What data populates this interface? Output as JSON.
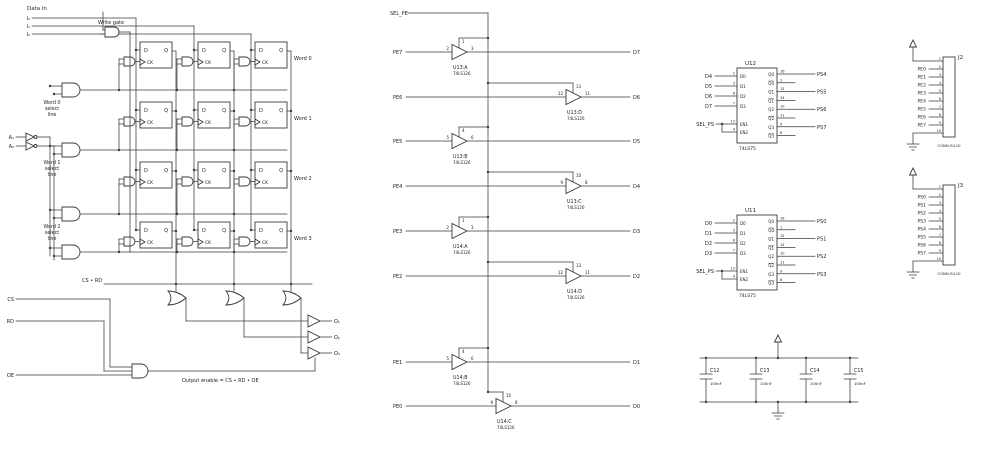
{
  "left": {
    "data_in": "Data in",
    "inputs": [
      "I₂",
      "I₁",
      "I₀"
    ],
    "write_gate": "Write gate",
    "word_selects": [
      [
        "Word 0",
        "select",
        "line"
      ],
      [
        "Word 1",
        "select",
        "line"
      ],
      [
        "Word 2",
        "select",
        "line"
      ]
    ],
    "words": [
      "Word 0",
      "Word 1",
      "Word 2",
      "Word 3"
    ],
    "addresses": [
      "A₁",
      "A₀"
    ],
    "cs_rd": "CS • RD",
    "cs": "CS",
    "rd": "RD",
    "oe": "OE",
    "output_enable": "Output enable = CS • RD • OE",
    "outputs": [
      "O₁",
      "O₂",
      "O₃"
    ],
    "ff": {
      "d": "D",
      "q": "Q",
      "ck": "CK"
    }
  },
  "mid": {
    "sel_pe": "SEL_PE",
    "buffers": [
      {
        "name": "U13:A",
        "part": "74LS126",
        "input": "PE7",
        "output": "D7",
        "in_pin": "2",
        "out_pin": "3",
        "en_pin": "1"
      },
      {
        "name": "U13:D",
        "part": "74LS126",
        "input": "PE6",
        "output": "D6",
        "in_pin": "12",
        "out_pin": "11",
        "en_pin": "13"
      },
      {
        "name": "U13:B",
        "part": "74LS126",
        "input": "PE5",
        "output": "D5",
        "in_pin": "5",
        "out_pin": "6",
        "en_pin": "4"
      },
      {
        "name": "U13:C",
        "part": "74LS126",
        "input": "PE4",
        "output": "D4",
        "in_pin": "9",
        "out_pin": "8",
        "en_pin": "10"
      },
      {
        "name": "U14:A",
        "part": "74LS126",
        "input": "PE3",
        "output": "D3",
        "in_pin": "2",
        "out_pin": "3",
        "en_pin": "1"
      },
      {
        "name": "U14:D",
        "part": "74LS126",
        "input": "PE2",
        "output": "D2",
        "in_pin": "12",
        "out_pin": "11",
        "en_pin": "13"
      },
      {
        "name": "U14:B",
        "part": "74LS126",
        "input": "PE1",
        "output": "D1",
        "in_pin": "5",
        "out_pin": "6",
        "en_pin": "4"
      },
      {
        "name": "U14:C",
        "part": "74LS126",
        "input": "PE0",
        "output": "D0",
        "in_pin": "9",
        "out_pin": "8",
        "en_pin": "10"
      }
    ]
  },
  "right": {
    "latches": [
      {
        "name": "U12",
        "part": "74LS75",
        "sel": "SEL_PS",
        "inputs": [
          {
            "pin": "2",
            "label": "D4",
            "int": "D0"
          },
          {
            "pin": "3",
            "label": "D5",
            "int": "D1"
          },
          {
            "pin": "6",
            "label": "D6",
            "int": "D2"
          },
          {
            "pin": "7",
            "label": "D7",
            "int": "D3"
          }
        ],
        "enables": [
          {
            "pin": "13",
            "int": "EN1"
          },
          {
            "pin": "4",
            "int": "EN2"
          }
        ],
        "outputs": [
          {
            "pin": "16",
            "label": "PS4",
            "int": "Q0",
            "bar": false
          },
          {
            "pin": "1",
            "label": "",
            "int": "Q0",
            "bar": true
          },
          {
            "pin": "15",
            "label": "PS5",
            "int": "Q1",
            "bar": false
          },
          {
            "pin": "14",
            "label": "",
            "int": "Q1",
            "bar": true
          },
          {
            "pin": "10",
            "label": "PS6",
            "int": "Q2",
            "bar": false
          },
          {
            "pin": "11",
            "label": "",
            "int": "Q2",
            "bar": true
          },
          {
            "pin": "9",
            "label": "PS7",
            "int": "Q3",
            "bar": false
          },
          {
            "pin": "8",
            "label": "",
            "int": "Q3",
            "bar": true
          }
        ]
      },
      {
        "name": "U11",
        "part": "74LS75",
        "sel": "SEL_PS",
        "inputs": [
          {
            "pin": "2",
            "label": "D0",
            "int": "D0"
          },
          {
            "pin": "3",
            "label": "D1",
            "int": "D1"
          },
          {
            "pin": "6",
            "label": "D2",
            "int": "D2"
          },
          {
            "pin": "7",
            "label": "D3",
            "int": "D3"
          }
        ],
        "enables": [
          {
            "pin": "13",
            "int": "EN1"
          },
          {
            "pin": "4",
            "int": "EN2"
          }
        ],
        "outputs": [
          {
            "pin": "16",
            "label": "PS0",
            "int": "Q0",
            "bar": false
          },
          {
            "pin": "1",
            "label": "",
            "int": "Q0",
            "bar": true
          },
          {
            "pin": "15",
            "label": "PS1",
            "int": "Q1",
            "bar": false
          },
          {
            "pin": "14",
            "label": "",
            "int": "Q1",
            "bar": true
          },
          {
            "pin": "10",
            "label": "PS2",
            "int": "Q2",
            "bar": false
          },
          {
            "pin": "11",
            "label": "",
            "int": "Q2",
            "bar": true
          },
          {
            "pin": "9",
            "label": "PS3",
            "int": "Q3",
            "bar": false
          },
          {
            "pin": "8",
            "label": "",
            "int": "Q3",
            "bar": true
          }
        ]
      }
    ],
    "connectors": [
      {
        "name": "J2",
        "type": "CONN-SIL10",
        "pins": [
          {
            "num": "1",
            "label": ""
          },
          {
            "num": "2",
            "label": "PE0"
          },
          {
            "num": "3",
            "label": "PE1"
          },
          {
            "num": "4",
            "label": "PE2"
          },
          {
            "num": "5",
            "label": "PE3"
          },
          {
            "num": "6",
            "label": "PE4"
          },
          {
            "num": "7",
            "label": "PE5"
          },
          {
            "num": "8",
            "label": "PE6"
          },
          {
            "num": "9",
            "label": "PE7"
          },
          {
            "num": "10",
            "label": ""
          }
        ]
      },
      {
        "name": "J3",
        "type": "CONN-SIL10",
        "pins": [
          {
            "num": "1",
            "label": ""
          },
          {
            "num": "2",
            "label": "PS0"
          },
          {
            "num": "3",
            "label": "PS1"
          },
          {
            "num": "4",
            "label": "PS2"
          },
          {
            "num": "5",
            "label": "PS3"
          },
          {
            "num": "6",
            "label": "PS4"
          },
          {
            "num": "7",
            "label": "PS5"
          },
          {
            "num": "8",
            "label": "PS6"
          },
          {
            "num": "9",
            "label": "PS7"
          },
          {
            "num": "10",
            "label": ""
          }
        ]
      }
    ],
    "capacitors": [
      {
        "name": "C12",
        "value": "100nF"
      },
      {
        "name": "C13",
        "value": "100nF"
      },
      {
        "name": "C14",
        "value": "100nF"
      },
      {
        "name": "C15",
        "value": "100nF"
      }
    ]
  }
}
